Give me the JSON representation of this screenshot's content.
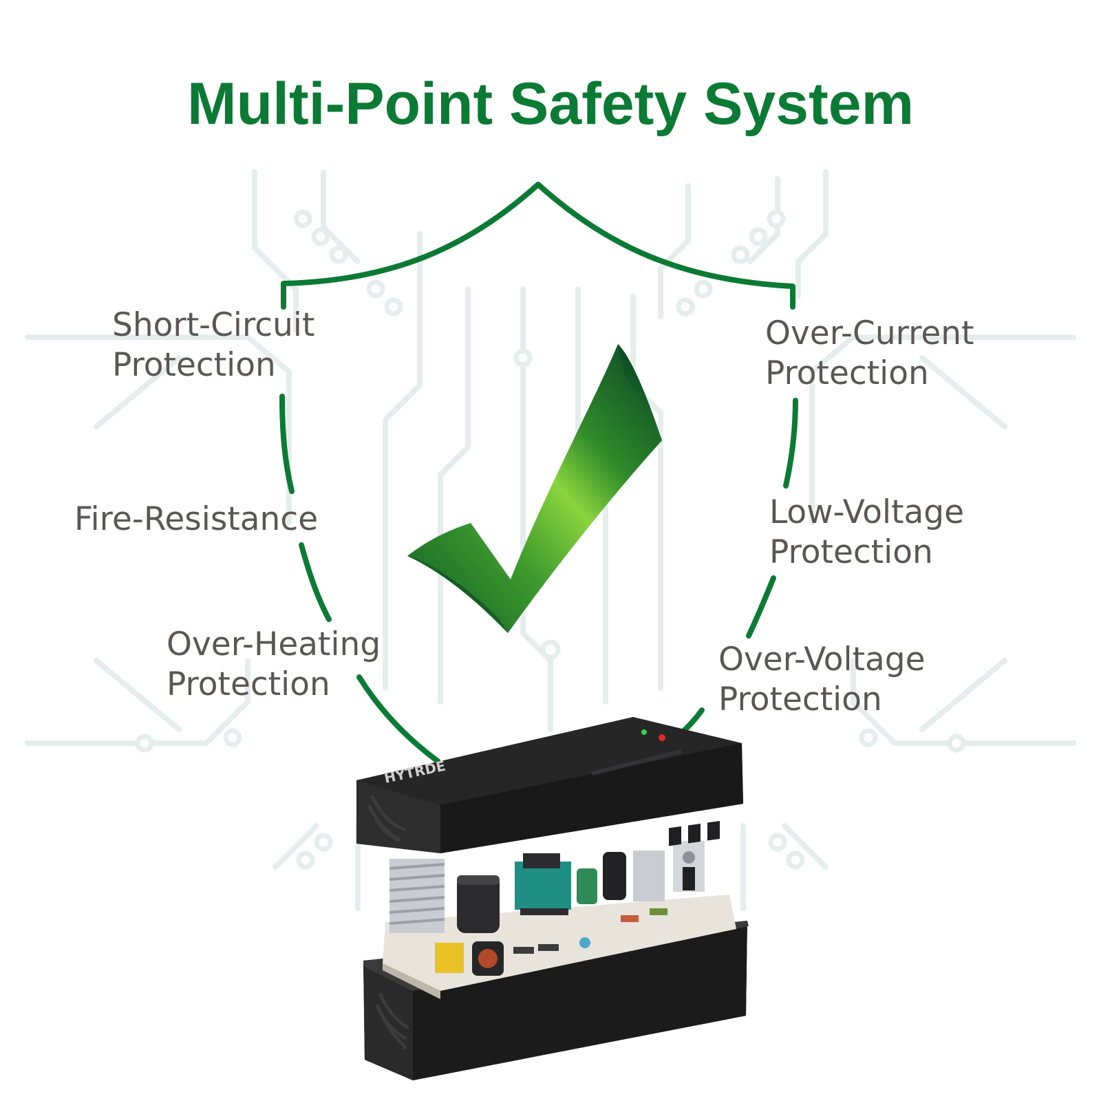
{
  "title": "Multi-Point Safety System",
  "labels": {
    "short_circuit": {
      "line1": "Short-Circuit",
      "line2": "Protection"
    },
    "fire": {
      "line1": "Fire-Resistance"
    },
    "over_heating": {
      "line1": "Over-Heating",
      "line2": "Protection"
    },
    "over_current": {
      "line1": "Over-Current",
      "line2": "Protection"
    },
    "low_voltage": {
      "line1": "Low-Voltage",
      "line2": "Protection"
    },
    "over_voltage": {
      "line1": "Over-Voltage",
      "line2": "Protection"
    }
  },
  "device": {
    "brand": "HYTRDE"
  },
  "colors": {
    "title": "#0b7a34",
    "shield": "#0b7a34",
    "label": "#5a5654",
    "circuit": "#e4ecec",
    "device": "#1d1d1e"
  },
  "icons": [
    "shield-outline",
    "checkmark-icon",
    "circuit-background",
    "charger-device"
  ]
}
